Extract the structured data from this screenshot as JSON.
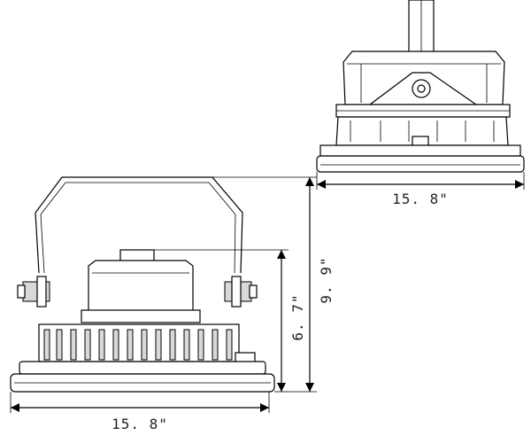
{
  "dimensions": {
    "top_width": "15. 8\"",
    "bottom_width": "15. 8\"",
    "body_height": "6. 7\"",
    "total_height": "9. 9\""
  }
}
